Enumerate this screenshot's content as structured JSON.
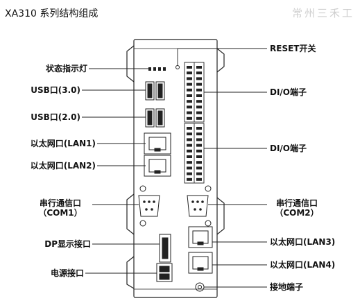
{
  "header": {
    "title": "XA310 系列结构组成",
    "watermark": "常州三禾工"
  },
  "labels_left": {
    "status_led": "状态指示灯",
    "usb30": "USB口(3.0)",
    "usb20": "USB口(2.0)",
    "lan1": "以太网口(LAN1)",
    "lan2": "以太网口(LAN2)",
    "serial1_line1": "串行通信口",
    "serial1_line2": "（COM1）",
    "dp": "DP显示接口",
    "power": "电源接口"
  },
  "labels_right": {
    "reset": "RESET开关",
    "dio1": "DI/O端子",
    "dio2": "DI/O端子",
    "serial2_line1": "串行通信口",
    "serial2_line2": "（COM2）",
    "lan3": "以太网口(LAN3)",
    "lan4": "以太网口(LAN4)",
    "ground": "接地端子"
  },
  "colors": {
    "line": "#222222",
    "device_fill": "#ffffff",
    "dark": "#1a1a1a",
    "watermark": "#cfcfcf"
  }
}
